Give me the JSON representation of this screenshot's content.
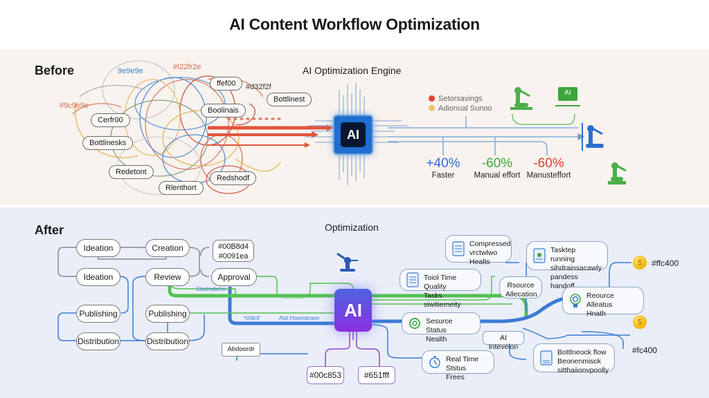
{
  "title": "AI Content Workflow Optimization",
  "before": {
    "heading": "Before",
    "engine_title": "AI Optimization Engine",
    "chip_label": "AI",
    "labels": {
      "top_blue": "9e9e9e",
      "top_red": "#I22fr2e",
      "left_red": "#9c9e9e",
      "hex_right": "#d32f2f"
    },
    "pills": [
      "ffef00",
      "Bottlinest",
      "Boolinais",
      "Cerfr00",
      "Bottlinesks",
      "Redetont",
      "Rlenthort",
      "Redshodf"
    ],
    "legend": [
      {
        "label": "Setorsavings",
        "color": "#e0402f"
      },
      {
        "label": "Adionual Sunoo",
        "color": "#f0c070"
      }
    ],
    "stats": [
      {
        "value": "+40%",
        "label": "Faster",
        "color": "#2d6fd0"
      },
      {
        "value": "-60%",
        "label": "Manual effort",
        "color": "#3caa3c"
      },
      {
        "value": "-60%",
        "label": "Manusteffort",
        "color": "#e0402f"
      }
    ],
    "monitor_label": "AI"
  },
  "after": {
    "heading": "After",
    "engine_title": "Optimization",
    "chip_label": "AI",
    "stages": [
      {
        "id": "ideation1",
        "label": "Ideation"
      },
      {
        "id": "creation",
        "label": "Creation"
      },
      {
        "id": "ideation2",
        "label": "Ideation"
      },
      {
        "id": "review",
        "label": "Review"
      },
      {
        "id": "approval",
        "label": "Approval"
      },
      {
        "id": "publishing1",
        "label": "Publishing"
      },
      {
        "id": "publishing2",
        "label": "Publishing"
      },
      {
        "id": "distribution1",
        "label": "Distribution"
      },
      {
        "id": "distribution2",
        "label": "Distribution"
      }
    ],
    "color_box": [
      "#00B8d4",
      "#0091ea"
    ],
    "flow_labels": {
      "distrib": "Ebstrwbchn",
      "homeline": "Hometino",
      "oniclf": "ºoNlclf",
      "aist": "Aist Howmbrave",
      "abdoordr": "Abdoordr"
    },
    "output_boxes": [
      "#00c853",
      "#651fff"
    ],
    "cards": [
      {
        "id": "compressed",
        "lines": [
          "Compressed",
          "vrctwlwo",
          "Healts"
        ]
      },
      {
        "id": "total-time",
        "lines": [
          "Toiol Time Quality",
          "Tasks siwitiemeity"
        ]
      },
      {
        "id": "resource-allocation",
        "lines": [
          "Rsource",
          "Allecation"
        ]
      },
      {
        "id": "taskstep",
        "lines": [
          "Tasktep running",
          "sihdrainsacawly",
          "pandess handoff"
        ]
      },
      {
        "id": "resource-alleatus",
        "lines": [
          "Reource Alleatus",
          "Hnath"
        ]
      },
      {
        "id": "sesurce-status",
        "lines": [
          "Sesurce Status",
          "Nealth"
        ]
      },
      {
        "id": "ai-intervelon",
        "lines": [
          "AI Intevelon"
        ]
      },
      {
        "id": "real-time",
        "lines": [
          "Real Time Ststus",
          "Frees"
        ]
      },
      {
        "id": "bottleneck",
        "lines": [
          "Bottlneock flow",
          "Beonenmisck",
          "sitthaiionvpoolly"
        ]
      }
    ],
    "coin_labels": [
      "#ffc400",
      "#fc400"
    ]
  }
}
